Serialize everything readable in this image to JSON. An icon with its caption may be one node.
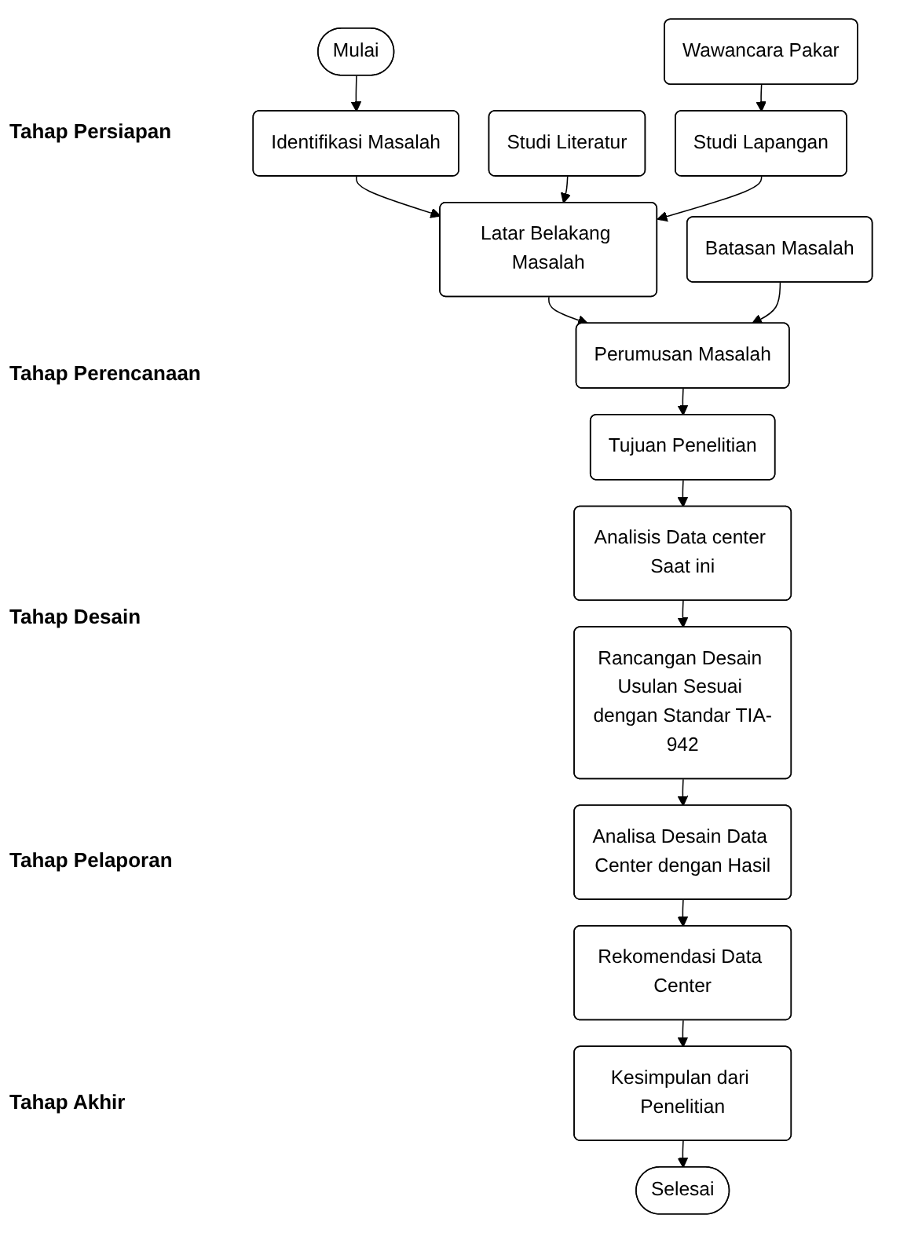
{
  "diagram": {
    "nodes": [
      {
        "text": [
          "Mulai"
        ]
      },
      {
        "text": [
          "Identifikasi Masalah"
        ]
      },
      {
        "text": [
          "Studi Literatur"
        ]
      },
      {
        "text": [
          "Latar Belakang Masalah"
        ]
      },
      {
        "text": [
          "Studi Lapangan"
        ]
      },
      {
        "text": [
          "Wawancara Pakar"
        ]
      },
      {
        "text": [
          "Batasan Masalah"
        ]
      },
      {
        "text": [
          "Perumusan Masalah"
        ]
      },
      {
        "text": [
          "Tujuan Penelitian"
        ]
      },
      {
        "text": [
          "Analisis Data center Saat ini"
        ]
      },
      {
        "text": [
          "Rancangan Desain Usulan Sesuai dengan Standar TIA-942"
        ]
      },
      {
        "text": [
          "Analisa Desain Data Center dengan Hasil"
        ]
      },
      {
        "text": [
          "Rekomendasi Data Center"
        ]
      },
      {
        "text": [
          "Kesimpulan dari Penelitian"
        ]
      },
      {
        "text": [
          "Selesai"
        ]
      }
    ],
    "edges": [
      {
        "from": 0,
        "to": 1,
        "arrow": "to"
      },
      {
        "from": 1,
        "to": 3,
        "arrow": "to"
      },
      {
        "from": 2,
        "to": 3,
        "arrow": "to"
      },
      {
        "from": 4,
        "to": 3,
        "arrow": "to"
      },
      {
        "from": 5,
        "to": 4,
        "arrow": "to"
      },
      {
        "from": 3,
        "to": 7,
        "arrow": "to"
      },
      {
        "from": 6,
        "to": 7,
        "arrow": "to"
      },
      {
        "from": 7,
        "to": 8,
        "arrow": "to"
      },
      {
        "from": 8,
        "to": 9,
        "arrow": "to"
      },
      {
        "from": 9,
        "to": 10,
        "arrow": "to"
      },
      {
        "from": 10,
        "to": 11,
        "arrow": "to"
      },
      {
        "from": 11,
        "to": 12,
        "arrow": "to"
      },
      {
        "from": 12,
        "to": 13,
        "arrow": "to"
      },
      {
        "from": 13,
        "to": 14,
        "arrow": "to"
      }
    ],
    "labels": [
      "Tahap Persiapan",
      "Tahap Perencanaan",
      "Tahap Desain",
      "Tahap Pelaporan",
      "Tahap Akhir"
    ]
  }
}
